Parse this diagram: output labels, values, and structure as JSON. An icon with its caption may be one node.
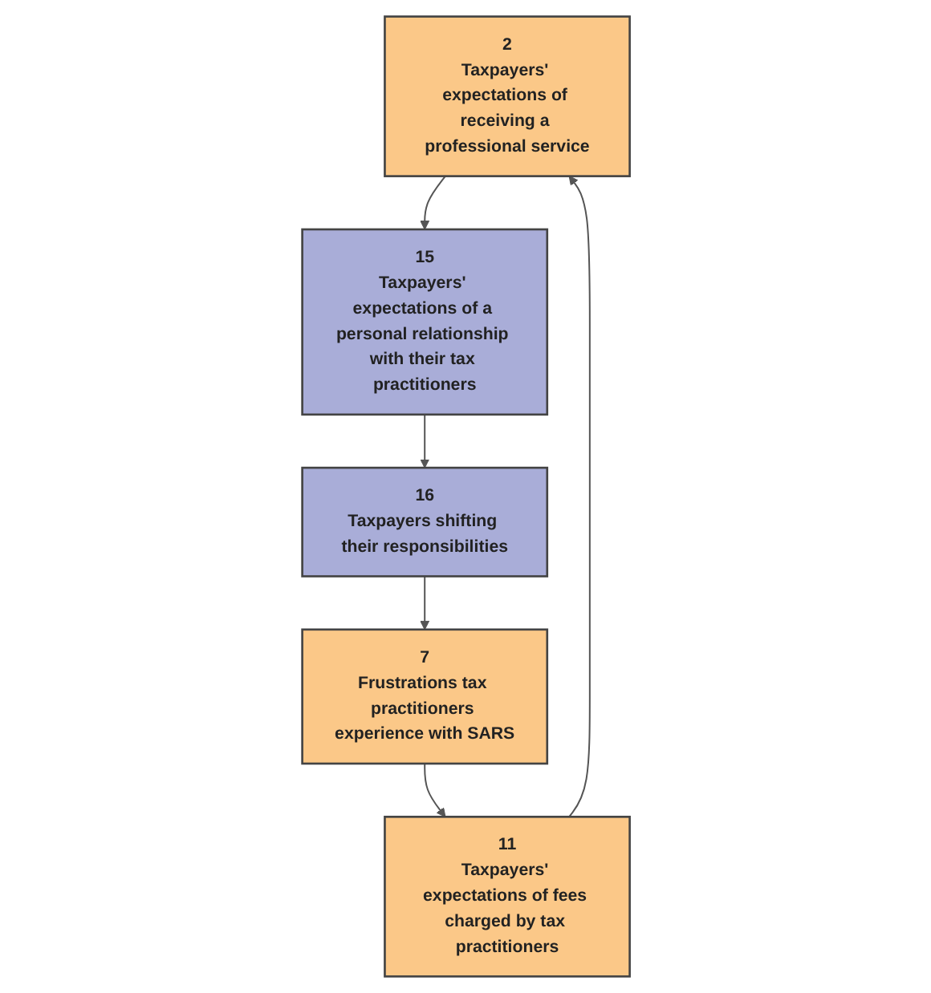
{
  "diagram": {
    "nodes": [
      {
        "text": [
          "2",
          "Taxpayers' expectations of receiving a professional service"
        ]
      },
      {
        "text": [
          "11",
          "Taxpayers' expectations of fees charged by tax practitioners"
        ]
      },
      {
        "text": [
          "15",
          "Taxpayers' expectations of a personal relationship with their tax practitioners"
        ]
      },
      {
        "text": [
          "16",
          "Taxpayers shifting their responsibilities"
        ]
      },
      {
        "text": [
          "7",
          "Frustrations tax practitioners experience with SARS"
        ]
      }
    ],
    "edges": [
      {
        "from": 0,
        "to": 2,
        "arrow": "to"
      },
      {
        "from": 2,
        "to": 3,
        "arrow": "to"
      },
      {
        "from": 3,
        "to": 4,
        "arrow": "to"
      },
      {
        "from": 4,
        "to": 1,
        "arrow": "to"
      },
      {
        "from": 1,
        "to": 0,
        "arrow": "to"
      }
    ]
  }
}
